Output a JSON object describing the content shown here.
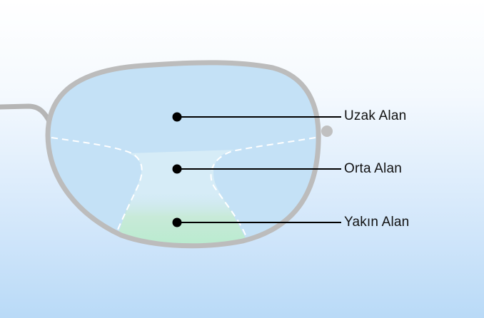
{
  "zones": [
    {
      "label": "Uzak Alan"
    },
    {
      "label": "Orta Alan"
    },
    {
      "label": "Yakın Alan"
    }
  ],
  "colors": {
    "frame": "#b8b8b8",
    "lens": "#c4e1f6",
    "near_zone": "#bfe9d3",
    "leader": "#000000"
  }
}
